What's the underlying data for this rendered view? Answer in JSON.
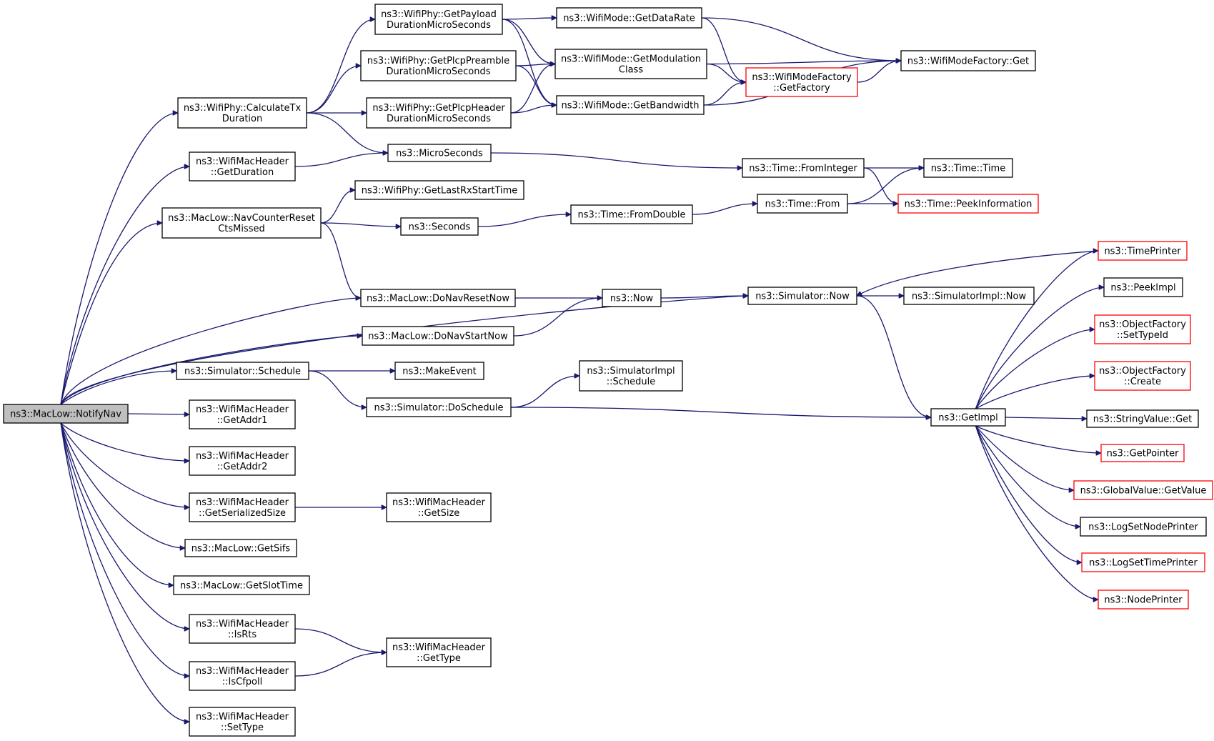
{
  "nodes": [
    {
      "id": "notifynav",
      "lines": [
        "ns3::MacLow::NotifyNav"
      ],
      "style": "root"
    },
    {
      "id": "calctx",
      "lines": [
        "ns3::WifiPhy::CalculateTx",
        "Duration"
      ]
    },
    {
      "id": "getduration",
      "lines": [
        "ns3::WifiMacHeader",
        "::GetDuration"
      ]
    },
    {
      "id": "navreset",
      "lines": [
        "ns3::MacLow::NavCounterReset",
        "CtsMissed"
      ]
    },
    {
      "id": "donavresetnow",
      "lines": [
        "ns3::MacLow::DoNavResetNow"
      ]
    },
    {
      "id": "donavstartnow",
      "lines": [
        "ns3::MacLow::DoNavStartNow"
      ]
    },
    {
      "id": "simschedule",
      "lines": [
        "ns3::Simulator::Schedule"
      ]
    },
    {
      "id": "getaddr1",
      "lines": [
        "ns3::WifiMacHeader",
        "::GetAddr1"
      ]
    },
    {
      "id": "getaddr2",
      "lines": [
        "ns3::WifiMacHeader",
        "::GetAddr2"
      ]
    },
    {
      "id": "getserialized",
      "lines": [
        "ns3::WifiMacHeader",
        "::GetSerializedSize"
      ]
    },
    {
      "id": "getsifs",
      "lines": [
        "ns3::MacLow::GetSifs"
      ]
    },
    {
      "id": "getslottime",
      "lines": [
        "ns3::MacLow::GetSlotTime"
      ]
    },
    {
      "id": "isrts",
      "lines": [
        "ns3::WifiMacHeader",
        "::IsRts"
      ]
    },
    {
      "id": "iscfpoll",
      "lines": [
        "ns3::WifiMacHeader",
        "::IsCfpoll"
      ]
    },
    {
      "id": "settype",
      "lines": [
        "ns3::WifiMacHeader",
        "::SetType"
      ]
    },
    {
      "id": "getpayload",
      "lines": [
        "ns3::WifiPhy::GetPayload",
        "DurationMicroSeconds"
      ]
    },
    {
      "id": "getpreamble",
      "lines": [
        "ns3::WifiPhy::GetPlcpPreamble",
        "DurationMicroSeconds"
      ]
    },
    {
      "id": "getheader",
      "lines": [
        "ns3::WifiPhy::GetPlcpHeader",
        "DurationMicroSeconds"
      ]
    },
    {
      "id": "microseconds",
      "lines": [
        "ns3::MicroSeconds"
      ]
    },
    {
      "id": "getlastrx",
      "lines": [
        "ns3::WifiPhy::GetLastRxStartTime"
      ]
    },
    {
      "id": "seconds",
      "lines": [
        "ns3::Seconds"
      ]
    },
    {
      "id": "makeevent",
      "lines": [
        "ns3::MakeEvent"
      ]
    },
    {
      "id": "doschedule",
      "lines": [
        "ns3::Simulator::DoSchedule"
      ]
    },
    {
      "id": "getsize",
      "lines": [
        "ns3::WifiMacHeader",
        "::GetSize"
      ]
    },
    {
      "id": "gettype",
      "lines": [
        "ns3::WifiMacHeader",
        "::GetType"
      ]
    },
    {
      "id": "getdatarate",
      "lines": [
        "ns3::WifiMode::GetDataRate"
      ]
    },
    {
      "id": "getmodclass",
      "lines": [
        "ns3::WifiMode::GetModulation",
        "Class"
      ]
    },
    {
      "id": "getbandwidth",
      "lines": [
        "ns3::WifiMode::GetBandwidth"
      ]
    },
    {
      "id": "timefromdouble",
      "lines": [
        "ns3::Time::FromDouble"
      ]
    },
    {
      "id": "now",
      "lines": [
        "ns3::Now"
      ]
    },
    {
      "id": "simimplschedule",
      "lines": [
        "ns3::SimulatorImpl",
        "::Schedule"
      ]
    },
    {
      "id": "getfactory",
      "lines": [
        "ns3::WifiModeFactory",
        "::GetFactory"
      ],
      "style": "red"
    },
    {
      "id": "timefrominteger",
      "lines": [
        "ns3::Time::FromInteger"
      ]
    },
    {
      "id": "timefrom",
      "lines": [
        "ns3::Time::From"
      ]
    },
    {
      "id": "simnow",
      "lines": [
        "ns3::Simulator::Now"
      ]
    },
    {
      "id": "factoryget",
      "lines": [
        "ns3::WifiModeFactory::Get"
      ]
    },
    {
      "id": "timetime",
      "lines": [
        "ns3::Time::Time"
      ]
    },
    {
      "id": "peekinfo",
      "lines": [
        "ns3::Time::PeekInformation"
      ],
      "style": "red"
    },
    {
      "id": "simimplnow",
      "lines": [
        "ns3::SimulatorImpl::Now"
      ]
    },
    {
      "id": "getimpl",
      "lines": [
        "ns3::GetImpl"
      ]
    },
    {
      "id": "timeprinter",
      "lines": [
        "ns3::TimePrinter"
      ],
      "style": "red"
    },
    {
      "id": "peekimpl",
      "lines": [
        "ns3::PeekImpl"
      ]
    },
    {
      "id": "settypeid",
      "lines": [
        "ns3::ObjectFactory",
        "::SetTypeId"
      ],
      "style": "red"
    },
    {
      "id": "create",
      "lines": [
        "ns3::ObjectFactory",
        "::Create"
      ],
      "style": "red"
    },
    {
      "id": "stringget",
      "lines": [
        "ns3::StringValue::Get"
      ]
    },
    {
      "id": "getpointer",
      "lines": [
        "ns3::GetPointer"
      ],
      "style": "red"
    },
    {
      "id": "globalget",
      "lines": [
        "ns3::GlobalValue::GetValue"
      ],
      "style": "red"
    },
    {
      "id": "lognode",
      "lines": [
        "ns3::LogSetNodePrinter"
      ]
    },
    {
      "id": "logtime",
      "lines": [
        "ns3::LogSetTimePrinter"
      ],
      "style": "red"
    },
    {
      "id": "nodeprinter",
      "lines": [
        "ns3::NodePrinter"
      ],
      "style": "red"
    }
  ],
  "edges": [
    [
      "notifynav",
      "calctx"
    ],
    [
      "notifynav",
      "getduration"
    ],
    [
      "notifynav",
      "navreset"
    ],
    [
      "notifynav",
      "simnow"
    ],
    [
      "notifynav",
      "donavresetnow"
    ],
    [
      "notifynav",
      "donavstartnow"
    ],
    [
      "notifynav",
      "simschedule"
    ],
    [
      "notifynav",
      "getaddr1"
    ],
    [
      "notifynav",
      "getaddr2"
    ],
    [
      "notifynav",
      "getserialized"
    ],
    [
      "notifynav",
      "getsifs"
    ],
    [
      "notifynav",
      "getslottime"
    ],
    [
      "notifynav",
      "isrts"
    ],
    [
      "notifynav",
      "iscfpoll"
    ],
    [
      "notifynav",
      "settype"
    ],
    [
      "calctx",
      "getpayload"
    ],
    [
      "calctx",
      "getpreamble"
    ],
    [
      "calctx",
      "getheader"
    ],
    [
      "calctx",
      "microseconds"
    ],
    [
      "getduration",
      "microseconds"
    ],
    [
      "navreset",
      "getlastrx"
    ],
    [
      "navreset",
      "seconds"
    ],
    [
      "navreset",
      "donavresetnow"
    ],
    [
      "donavresetnow",
      "now"
    ],
    [
      "donavstartnow",
      "now"
    ],
    [
      "simschedule",
      "makeevent"
    ],
    [
      "simschedule",
      "doschedule"
    ],
    [
      "getserialized",
      "getsize"
    ],
    [
      "isrts",
      "gettype"
    ],
    [
      "iscfpoll",
      "gettype"
    ],
    [
      "getpayload",
      "getdatarate"
    ],
    [
      "getpayload",
      "getmodclass"
    ],
    [
      "getpayload",
      "getbandwidth"
    ],
    [
      "getpreamble",
      "getmodclass"
    ],
    [
      "getpreamble",
      "getbandwidth"
    ],
    [
      "getheader",
      "getmodclass"
    ],
    [
      "getheader",
      "getbandwidth"
    ],
    [
      "microseconds",
      "timefrominteger"
    ],
    [
      "seconds",
      "timefromdouble"
    ],
    [
      "doschedule",
      "simimplschedule"
    ],
    [
      "doschedule",
      "getimpl"
    ],
    [
      "getdatarate",
      "getfactory"
    ],
    [
      "getdatarate",
      "factoryget"
    ],
    [
      "getmodclass",
      "getfactory"
    ],
    [
      "getmodclass",
      "factoryget"
    ],
    [
      "getbandwidth",
      "getfactory"
    ],
    [
      "getbandwidth",
      "factoryget"
    ],
    [
      "getfactory",
      "factoryget"
    ],
    [
      "timefromdouble",
      "timefrom"
    ],
    [
      "now",
      "simnow"
    ],
    [
      "timefrominteger",
      "timetime"
    ],
    [
      "timefrominteger",
      "peekinfo"
    ],
    [
      "timefrom",
      "timetime"
    ],
    [
      "timefrom",
      "peekinfo"
    ],
    [
      "simnow",
      "simimplnow"
    ],
    [
      "simnow",
      "getimpl"
    ],
    [
      "getimpl",
      "timeprinter"
    ],
    [
      "getimpl",
      "peekimpl"
    ],
    [
      "getimpl",
      "settypeid"
    ],
    [
      "getimpl",
      "create"
    ],
    [
      "getimpl",
      "stringget"
    ],
    [
      "getimpl",
      "getpointer"
    ],
    [
      "getimpl",
      "globalget"
    ],
    [
      "getimpl",
      "lognode"
    ],
    [
      "getimpl",
      "logtime"
    ],
    [
      "getimpl",
      "nodeprinter"
    ],
    [
      "timeprinter",
      "simnow"
    ]
  ],
  "colors": {
    "edge": "#191970",
    "box_border": "#000000",
    "box_border_red": "#ff0000",
    "root_fill": "#bfbfbf"
  }
}
